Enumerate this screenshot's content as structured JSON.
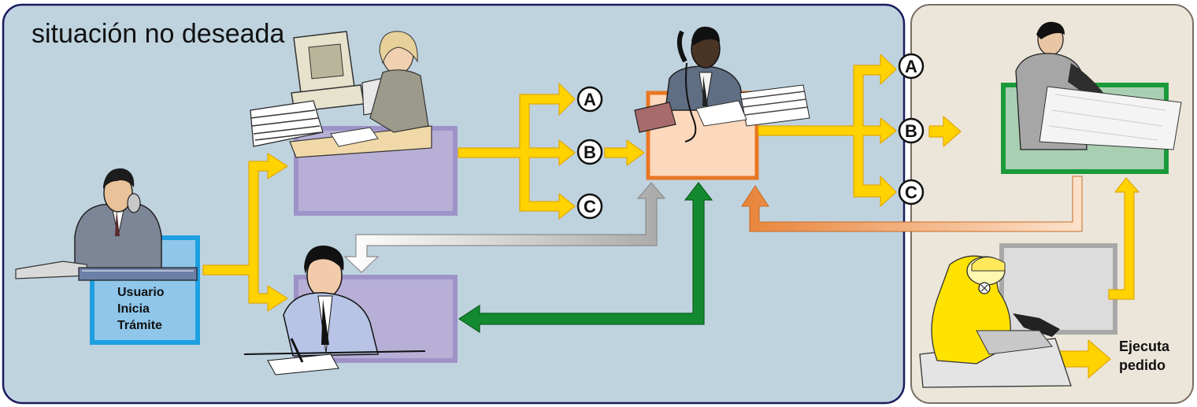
{
  "title": "situación no deseada",
  "start_box": {
    "lines": [
      "Usuario",
      "Inicia",
      "Trámite"
    ]
  },
  "end_label": {
    "lines": [
      "Ejecuta",
      "pedido"
    ]
  },
  "branch_set_1": [
    "A",
    "B",
    "C"
  ],
  "branch_set_2": [
    "A",
    "B",
    "C"
  ],
  "colors": {
    "main_panel": "#bfd3df",
    "side_panel": "#ece6da",
    "panel_border": "#1a1a5e",
    "side_border": "#7a6e64",
    "yellow_arrow": "#ffd200",
    "yellow_arrow_edge": "#e2a800",
    "purple_box_fill": "#b7afd5",
    "purple_box_border": "#9e93c8",
    "orange_box_fill": "#fcd8bd",
    "orange_box_border": "#e87722",
    "green_box_fill": "#a9cfb3",
    "green_box_border": "#1a9a3a",
    "gray_box_border": "#a8a8a8",
    "blue_box_fill": "#8fc6ea",
    "blue_box_border": "#1ea0e0",
    "green_arrow": "#138a30",
    "orange_arrow": "#e8843a"
  },
  "figures": [
    "caller-figure",
    "typist-figure",
    "phone-operator-figure",
    "writer-figure",
    "planner-figure",
    "worker-figure"
  ]
}
